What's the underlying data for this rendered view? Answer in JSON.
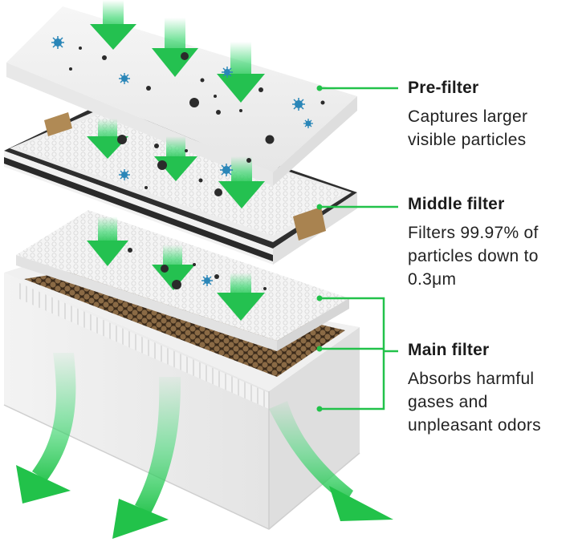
{
  "labels": {
    "pre_filter": {
      "title": "Pre-filter",
      "description_lines": [
        "Captures larger",
        "visible particles"
      ]
    },
    "middle_filter": {
      "title": "Middle filter",
      "description_lines": [
        "Filters 99.97% of",
        "particles down to",
        "0.3μm"
      ]
    },
    "main_filter": {
      "title": "Main filter",
      "description_lines": [
        "Absorbs harmful",
        "gases and",
        "unpleasant odors"
      ]
    }
  },
  "colors": {
    "accent_green": "#22c24a",
    "arrow_green": "#3fd873",
    "particle_dark": "#2b2b2b",
    "particle_blue": "#2a86b8",
    "honeycomb_brown": "#6b4b2a",
    "tape_tan": "#b08a55",
    "frame_dark": "#2e2e2e"
  },
  "icons": [
    "down-arrow-icon",
    "particle-icon",
    "virus-icon"
  ]
}
